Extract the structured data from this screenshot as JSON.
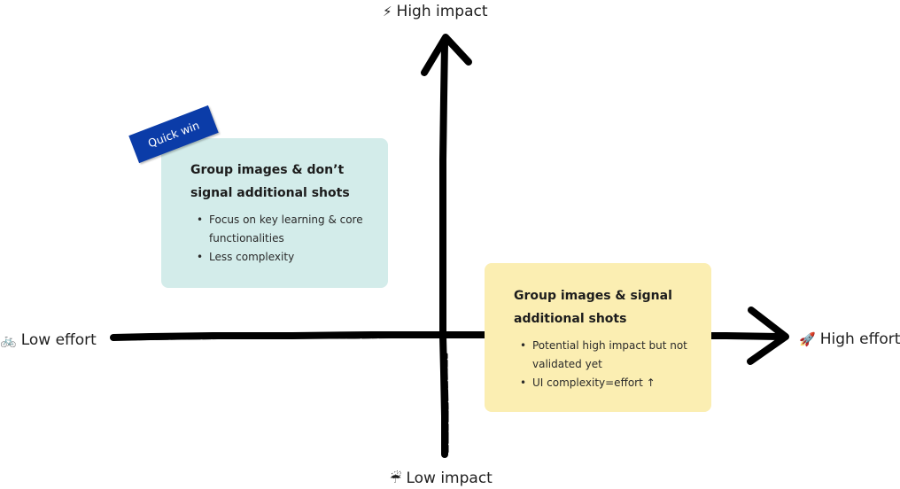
{
  "axes": {
    "top": {
      "label": "High impact",
      "icon": "⚡",
      "icon_name": "lightning-icon"
    },
    "bottom": {
      "label": "Low impact",
      "icon": "☔",
      "icon_name": "umbrella-icon"
    },
    "left": {
      "label": "Low effort",
      "icon": "🚲",
      "icon_name": "bicycle-icon"
    },
    "right": {
      "label": "High effort",
      "icon": "🚀",
      "icon_name": "rocket-icon"
    }
  },
  "tag": {
    "label": "Quick win",
    "color": "#0b3ca8"
  },
  "cards": [
    {
      "title": "Group images & don’t signal additional shots",
      "bullets": [
        "Focus on key learning & core functionalities",
        "Less complexity"
      ],
      "color": "#d3ecea"
    },
    {
      "title": "Group images & signal additional shots",
      "bullets": [
        "Potential high impact but not validated yet",
        "UI complexity=effort ↑"
      ],
      "color": "#fbeeb2"
    }
  ]
}
